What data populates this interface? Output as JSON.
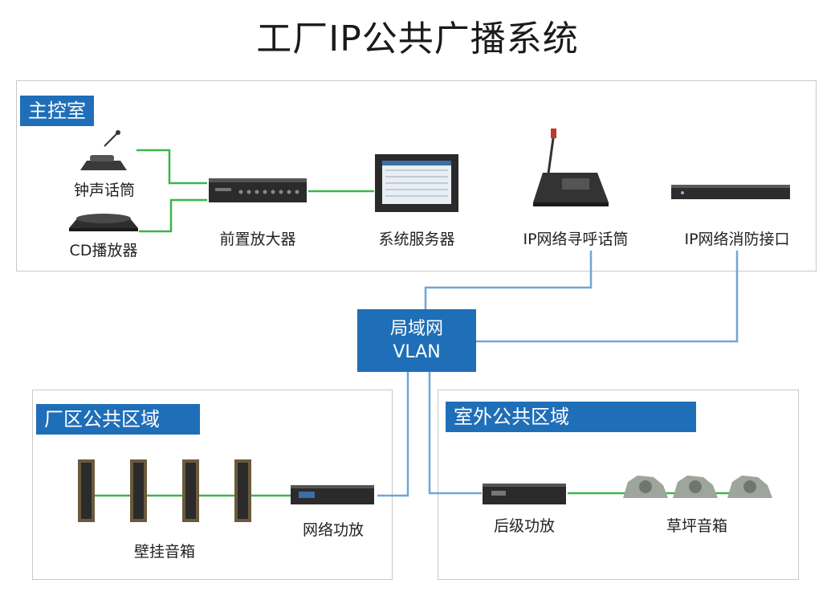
{
  "title": "工厂IP公共广播系统",
  "sections": {
    "control_room": "主控室",
    "factory_area": "厂区公共区域",
    "outdoor_area": "室外公共区域"
  },
  "network": {
    "line1": "局域网",
    "line2": "VLAN"
  },
  "devices": {
    "chime_mic": "钟声话筒",
    "cd_player": "CD播放器",
    "preamp": "前置放大器",
    "server": "系统服务器",
    "ip_paging_mic": "IP网络寻呼话筒",
    "ip_fire_interface": "IP网络消防接口",
    "wall_speakers": "壁挂音箱",
    "network_amp": "网络功放",
    "power_amp": "后级功放",
    "lawn_speakers": "草坪音箱"
  },
  "colors": {
    "accent_blue": "#1f6eb8",
    "audio_line_green": "#3cb54a",
    "network_line_blue": "#6fa6d8"
  }
}
